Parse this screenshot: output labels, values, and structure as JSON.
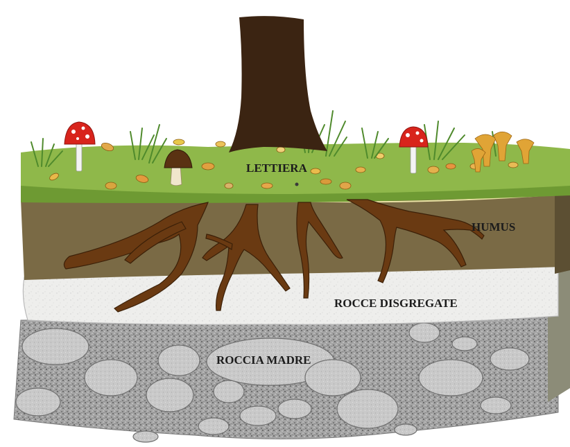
{
  "diagram": {
    "labels": {
      "litter": "LETTIERA",
      "humus": "HUMUS",
      "weathered_rock": "ROCCE DISGREGATE",
      "bedrock": "ROCCIA MADRE"
    },
    "colors": {
      "grass": "#8fb84a",
      "grass_dark": "#6e9a33",
      "humus": "#7a6a45",
      "humus_dark": "#5c4f33",
      "weathered_rock": "#ececea",
      "bedrock": "#9a9a9a",
      "roots": "#6a3a12",
      "trunk": "#3b2412",
      "mushroom_red": "#d8241c"
    }
  }
}
